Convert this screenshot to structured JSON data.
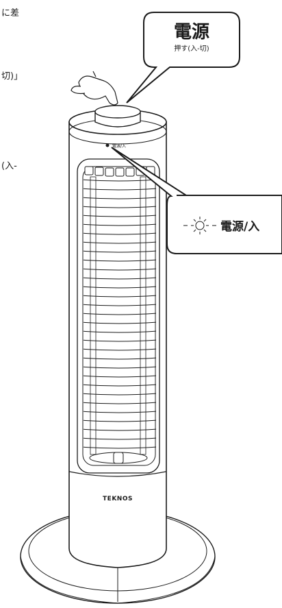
{
  "left_text_fragments": [
    "に差",
    "切)」",
    "(入-"
  ],
  "callout_power_button": {
    "title": "電源",
    "subtitle": "押す(入-切)"
  },
  "indicator_small_label": "電源/入",
  "callout_indicator": {
    "label": "電源/入"
  },
  "brand": "TEKNOS",
  "colors": {
    "line": "#1a1a1a",
    "paper": "#ffffff",
    "accent_dot": "#1a1a1a"
  }
}
